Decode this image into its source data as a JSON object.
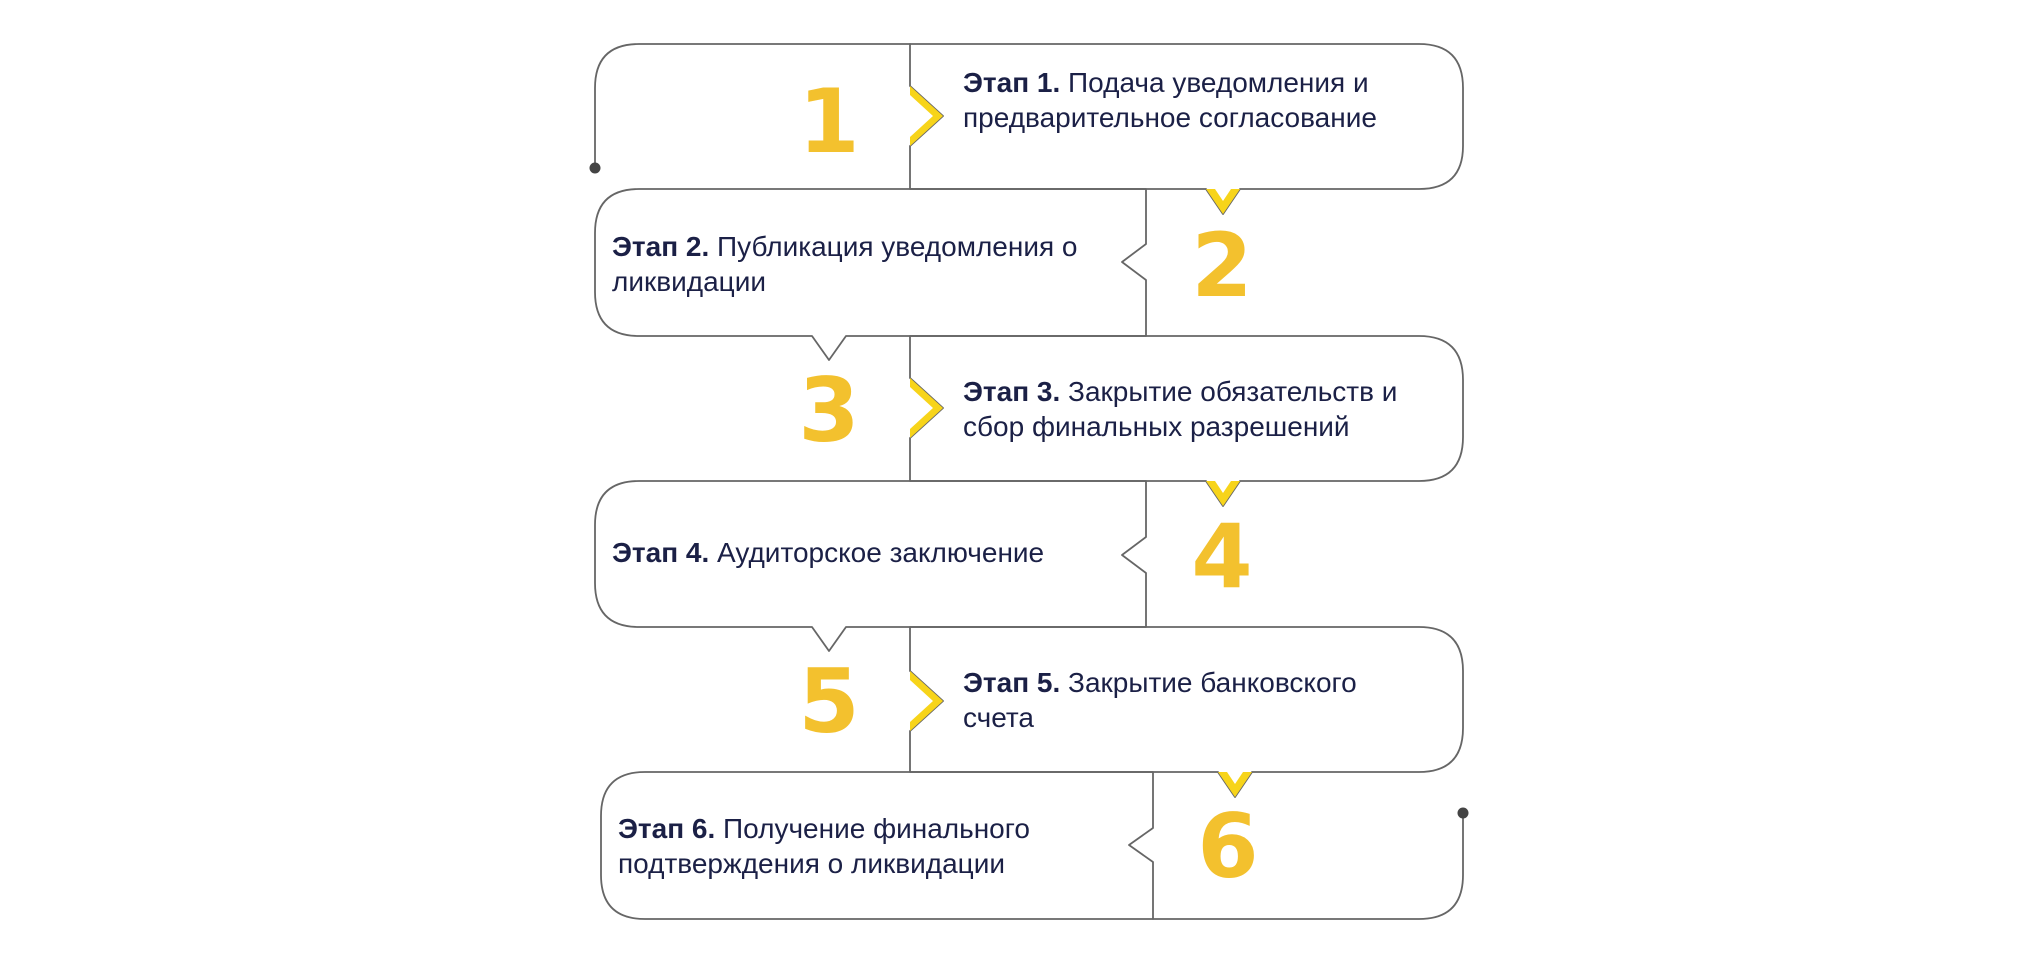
{
  "colors": {
    "number": "#f3c12e",
    "arrow": "#f7d41a",
    "line": "#666666",
    "text": "#1b2046"
  },
  "steps": [
    {
      "number": "1",
      "prefix": "Этап 1.",
      "text": "Подача уведомления и предварительное согласование"
    },
    {
      "number": "2",
      "prefix": "Этап 2.",
      "text": "Публикация уведомления о ликвидации"
    },
    {
      "number": "3",
      "prefix": "Этап 3.",
      "text": "Закрытие обязательств и сбор финальных разрешений"
    },
    {
      "number": "4",
      "prefix": "Этап 4.",
      "text": "Аудиторское заключение"
    },
    {
      "number": "5",
      "prefix": "Этап 5.",
      "text": "Закрытие банковского счета"
    },
    {
      "number": "6",
      "prefix": "Этап 6.",
      "text": "Получение финального подтверждения о ликвидации"
    }
  ]
}
